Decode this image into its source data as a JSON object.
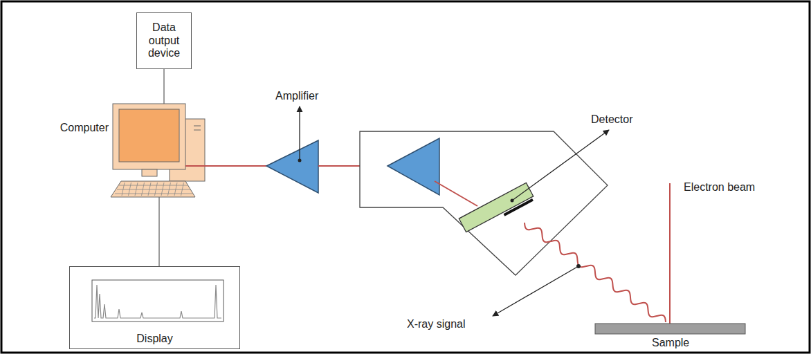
{
  "diagram": {
    "nodes": [
      {
        "text": [
          "Data output device"
        ]
      },
      {
        "text": [
          "Computer"
        ]
      },
      {
        "text": [
          "Display"
        ]
      }
    ],
    "edges": [
      {
        "from": 0,
        "to": 1,
        "arrow": "none"
      },
      {
        "from": 1,
        "to": 2,
        "arrow": "none"
      }
    ],
    "labels": [
      "Amplifier",
      "Detector",
      "Electron beam",
      "X-ray signal",
      "Sample"
    ]
  }
}
